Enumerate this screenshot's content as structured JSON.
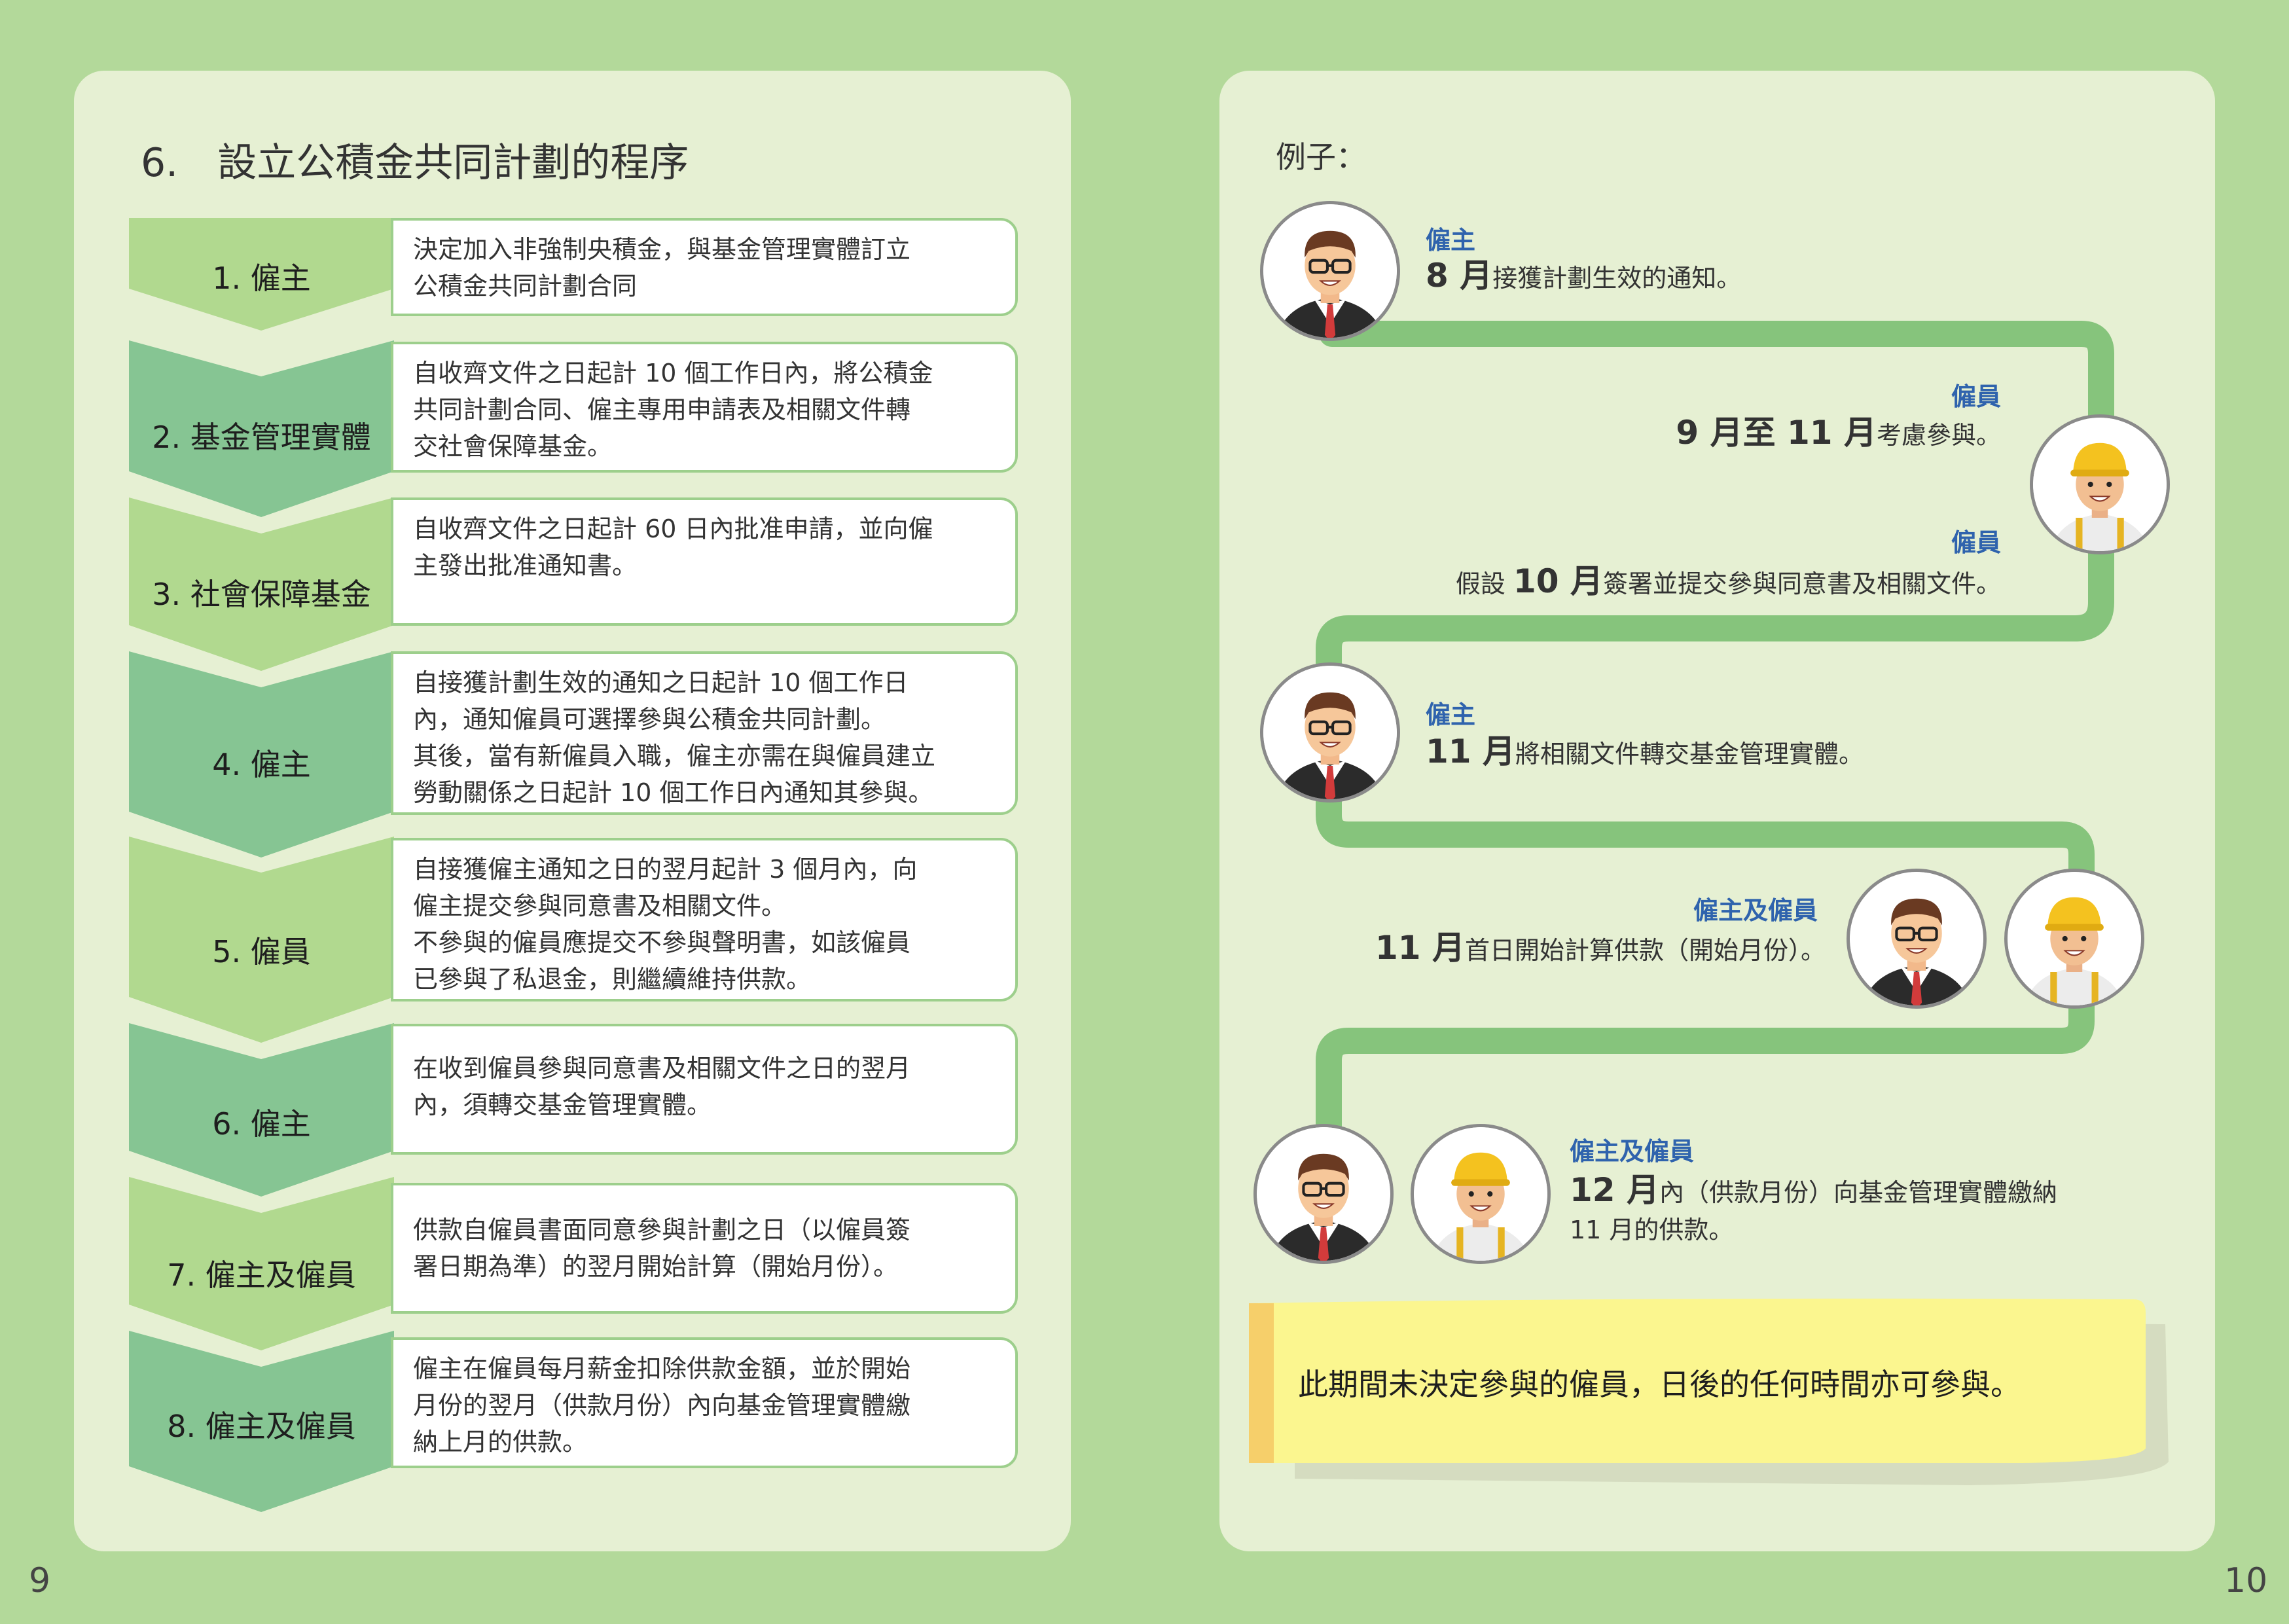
{
  "pages": {
    "left": "9",
    "right": "10"
  },
  "title": "6.　設立公積金共同計劃的程序",
  "steps": [
    {
      "label": "1. 僱主",
      "lines": [
        "決定加入非強制央積金，與基金管理實體訂立",
        "公積金共同計劃合同"
      ]
    },
    {
      "label": "2. 基金管理實體",
      "lines": [
        "自收齊文件之日起計 10 個工作日內，將公積金",
        "共同計劃合同、僱主專用申請表及相關文件轉",
        "交社會保障基金。"
      ]
    },
    {
      "label": "3. 社會保障基金",
      "lines": [
        "自收齊文件之日起計 60 日內批准申請，並向僱",
        "主發出批准通知書。"
      ]
    },
    {
      "label": "4. 僱主",
      "lines": [
        "自接獲計劃生效的通知之日起計 10 個工作日",
        "內，通知僱員可選擇參與公積金共同計劃。",
        "其後，當有新僱員入職，僱主亦需在與僱員建立",
        "勞動關係之日起計 10 個工作日內通知其參與。"
      ]
    },
    {
      "label": "5. 僱員",
      "lines": [
        "自接獲僱主通知之日的翌月起計 3 個月內，向",
        "僱主提交參與同意書及相關文件。",
        "不參與的僱員應提交不參與聲明書，如該僱員",
        "已參與了私退金，則繼續維持供款。"
      ]
    },
    {
      "label": "6. 僱主",
      "lines": [
        "在收到僱員參與同意書及相關文件之日的翌月",
        "內，須轉交基金管理實體。"
      ]
    },
    {
      "label": "7. 僱主及僱員",
      "lines": [
        "供款自僱員書面同意參與計劃之日（以僱員簽",
        "署日期為準）的翌月開始計算（開始月份）。"
      ]
    },
    {
      "label": "8. 僱主及僱員",
      "lines": [
        "僱主在僱員每月薪金扣除供款金額，並於開始",
        "月份的翌月（供款月份）內向基金管理實體繳",
        "納上月的供款。"
      ]
    }
  ],
  "example": {
    "title": "例子：",
    "events": [
      {
        "who": "僱主",
        "bold": "8 月",
        "text": "接獲計劃生效的通知。"
      },
      {
        "who": "僱員",
        "bold": "9 月至 11 月",
        "text": "考慮參與。"
      },
      {
        "who": "僱員",
        "pre": "假設 ",
        "bold": "10 月",
        "text": "簽署並提交參與同意書及相關文件。"
      },
      {
        "who": "僱主",
        "bold": "11 月",
        "text": "將相關文件轉交基金管理實體。"
      },
      {
        "who": "僱主及僱員",
        "bold": "11 月",
        "text": "首日開始計算供款（開始月份）。"
      },
      {
        "who": "僱主及僱員",
        "bold": "12 月",
        "text": "內（供款月份）向基金管理實體繳納",
        "text2": "11 月的供款。"
      }
    ],
    "note": "此期間未決定參與的僱員，日後的任何時間亦可參與。"
  },
  "colors": {
    "background": "#b3d99a",
    "panel": "#e6f0d3",
    "arrow_light": "#b1d98f",
    "arrow_dark": "#86c593",
    "path": "#86c47c",
    "who_label": "#2f63ad",
    "note": "#fbf68f",
    "note_bar": "#f6cf6a"
  }
}
